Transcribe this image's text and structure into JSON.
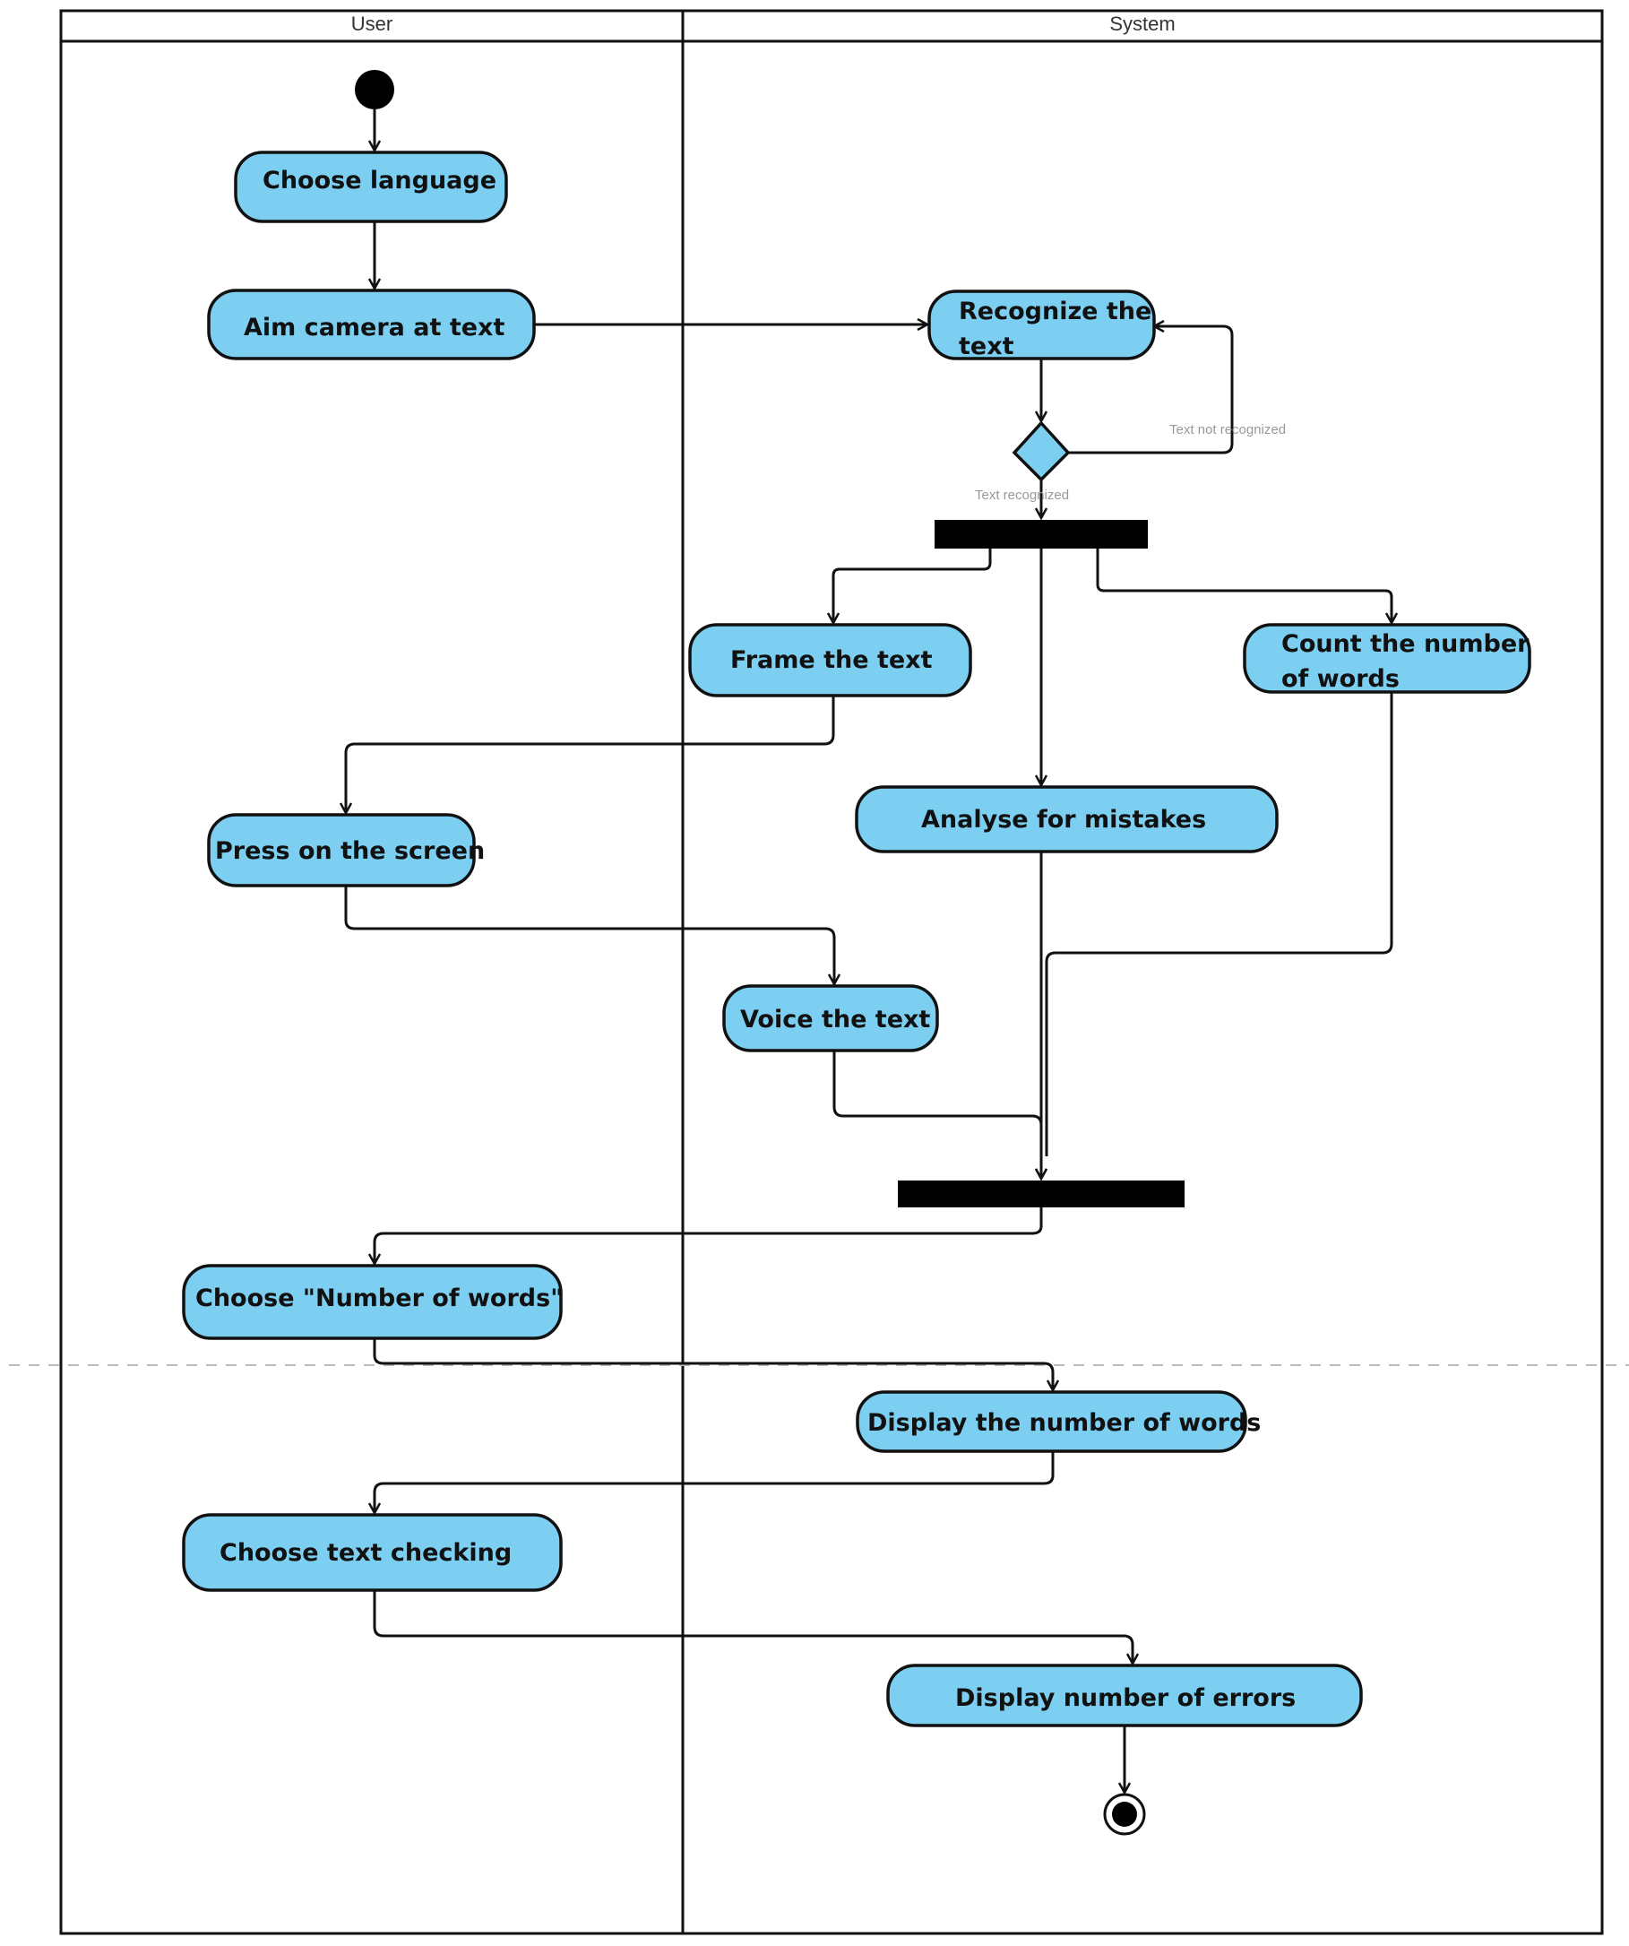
{
  "lanes": {
    "user": "User",
    "system": "System"
  },
  "activities": {
    "choose_language": "Choose language",
    "aim_camera": "Aim camera at text",
    "recognize_line1": "Recognize the",
    "recognize_line2": "text",
    "frame_text": "Frame the text",
    "count_line1": "Count the number",
    "count_line2": "of words",
    "analyse": "Analyse for mistakes",
    "press_screen": "Press on the screen",
    "voice_text": "Voice the text",
    "choose_number_of_words": "Choose \"Number of words\"",
    "display_number_of_words": "Display the number of words",
    "choose_text_checking": "Choose text checking",
    "display_errors": "Display number of errors"
  },
  "guards": {
    "not_recognized": "Text not recognized",
    "recognized": "Text recognized"
  },
  "colors": {
    "activity_fill": "#7dcff2",
    "stroke": "#111111",
    "separator": "#bbbbbb"
  }
}
